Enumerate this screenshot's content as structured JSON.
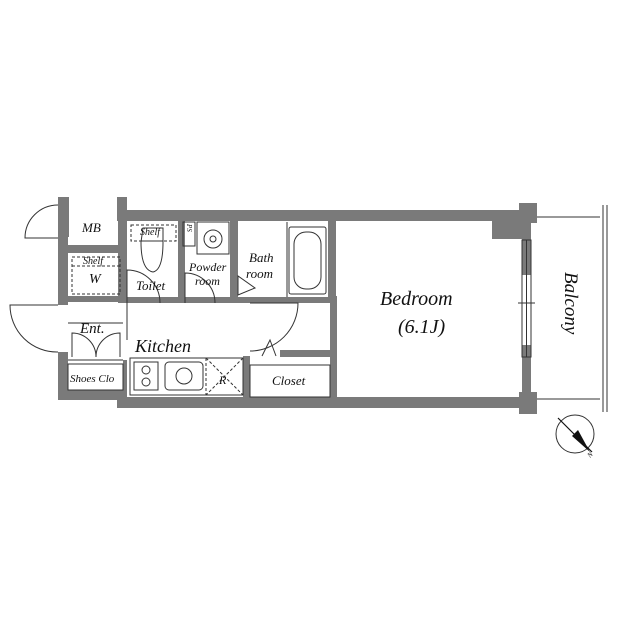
{
  "rooms": {
    "mb": "MB",
    "shelf_toilet": "Shelf",
    "ps": "PS",
    "shelf_wic": "Shelf",
    "wic": "W",
    "toilet": "Toilet",
    "powder_line1": "Powder",
    "powder_line2": "room",
    "bath_line1": "Bath",
    "bath_line2": "room",
    "entrance": "Ent.",
    "kitchen": "Kitchen",
    "fridge": "R",
    "shoes_closet": "Shoes Clo",
    "closet": "Closet",
    "bedroom": "Bedroom",
    "bedroom_size": "(6.1J)",
    "balcony": "Balcony"
  },
  "compass": {
    "north_label": "N"
  },
  "colors": {
    "wall": "#7a7a7a",
    "line": "#333333",
    "background": "#ffffff"
  }
}
